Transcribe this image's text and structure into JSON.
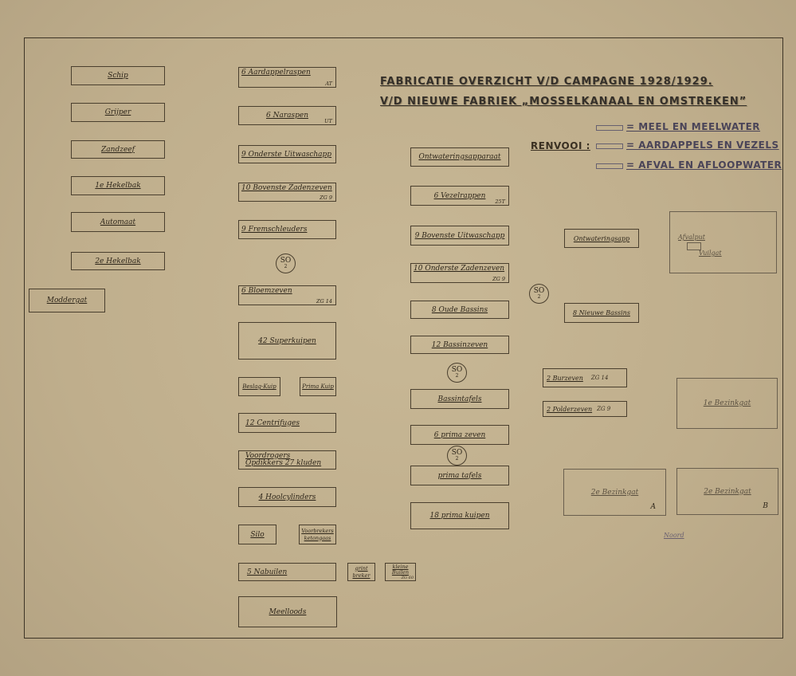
{
  "title": {
    "line1": "FABRICATIE OVERZICHT V/D CAMPAGNE 1928/1929.",
    "line2": "V/D NIEUWE FABRIEK „MOSSELKANAAL EN OMSTREKEN”"
  },
  "legend": {
    "heading": "RENVOOI :",
    "items": [
      {
        "label": "= MEEL EN MEELWATER"
      },
      {
        "label": "= AARDAPPELS EN VEZELS"
      },
      {
        "label": "= AFVAL EN AFLOOPWATER"
      }
    ]
  },
  "column1": [
    "Schip",
    "Grijper",
    "Zandzeef",
    "1e Hekelbak",
    "Automaat",
    "2e Hekelbak",
    "Moddergat"
  ],
  "column2": {
    "boxes": [
      {
        "label": "6 Aardappelraspen",
        "note": "AT"
      },
      {
        "label": "6 Naraspen",
        "note": "UT"
      },
      {
        "label": "9 Onderste Uitwaschapp",
        "note": ""
      },
      {
        "label": "10 Bovenste Zadenzeven",
        "note": "ZG 9"
      },
      {
        "label": "9 Fremschleuders",
        "note": ""
      },
      {
        "label": "6 Bloemzeven",
        "note": "ZG 14"
      },
      {
        "label": "42 Superkuipen",
        "note": ""
      },
      {
        "label": "Beslag-Kuip",
        "note": ""
      },
      {
        "label": "Prima Kuip",
        "note": ""
      },
      {
        "label": "12 Centrifuges",
        "note": ""
      },
      {
        "label": "Voordrogers",
        "label2": "Opdikkers 27 kluden"
      },
      {
        "label": "4 Hoolcylinders",
        "note": ""
      },
      {
        "label": "Silo",
        "note": ""
      },
      {
        "label": "Voorbrekers",
        "label2": "ketongaas"
      },
      {
        "label": "5 Nabuilen",
        "note": ""
      },
      {
        "label": "grint",
        "label2": "breker"
      },
      {
        "label": "kleine",
        "label2": "Builen",
        "note": "ZG 60"
      },
      {
        "label": "Meelloods",
        "note": ""
      }
    ]
  },
  "column3": {
    "boxes": [
      {
        "label": "Ontwateringsapparaat",
        "note": ""
      },
      {
        "label": "6 Vezelrappen",
        "note": "25T"
      },
      {
        "label": "9 Bovenste Uitwaschapp",
        "note": ""
      },
      {
        "label": "10 Onderste Zadenzeven",
        "note": "ZG 9"
      },
      {
        "label": "8 Oude Bassins",
        "note": ""
      },
      {
        "label": "12 Bassinzeven",
        "note": ""
      },
      {
        "label": "Bassintafels",
        "note": ""
      },
      {
        "label": "6 prima zeven",
        "note": ""
      },
      {
        "label": "prima tafels",
        "note": ""
      },
      {
        "label": "18 prima kuipen",
        "note": ""
      }
    ]
  },
  "column4": {
    "boxes": [
      {
        "label": "Ontwateringsapp",
        "note": ""
      },
      {
        "label": "8 Nieuwe Bassins",
        "note": ""
      },
      {
        "label": "2 Burzeven",
        "note": "ZG 14"
      },
      {
        "label": "2 Polderzeven",
        "note": "ZG 9"
      }
    ]
  },
  "column5": {
    "afvalput": "Afvalput",
    "vuilgat": "Vuilgat",
    "bezinkgat1": "1e Bezinkgat",
    "bezinkgat2a": "2e Bezinkgat",
    "bezinkgat2a_note": "A",
    "bezinkgat2b": "2e Bezinkgat",
    "bezinkgat2b_note": "B",
    "noord": "Noord"
  },
  "pump": {
    "label": "SO",
    "sub": "2"
  }
}
